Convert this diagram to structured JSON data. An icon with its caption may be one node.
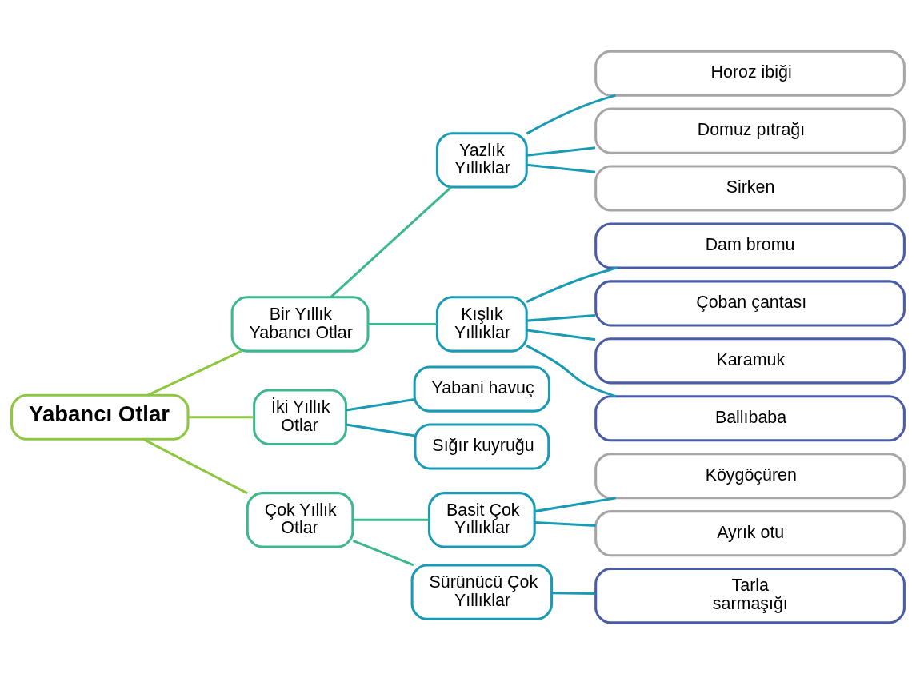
{
  "diagram": {
    "nodes": [
      {
        "text": [
          "Yabancı Otlar"
        ]
      },
      {
        "text": [
          "Bir Yıllık Yabancı Otlar"
        ]
      },
      {
        "text": [
          "Yazlık Yıllıklar"
        ]
      },
      {
        "text": [
          "Horoz ibiği"
        ]
      },
      {
        "text": [
          "Domuz pıtrağı"
        ]
      },
      {
        "text": [
          "Sirken"
        ]
      },
      {
        "text": [
          "Kışlık Yıllıklar"
        ]
      },
      {
        "text": [
          "Dam bromu"
        ]
      },
      {
        "text": [
          "Çoban çantası"
        ]
      },
      {
        "text": [
          "Karamuk"
        ]
      },
      {
        "text": [
          "Ballıbaba"
        ]
      },
      {
        "text": [
          "İki Yıllık Otlar"
        ]
      },
      {
        "text": [
          "Yabani havuç"
        ]
      },
      {
        "text": [
          "Sığır kuyruğu"
        ]
      },
      {
        "text": [
          "Çok Yıllık Otlar"
        ]
      },
      {
        "text": [
          "Basit Çok Yıllıklar"
        ]
      },
      {
        "text": [
          "Köygöçüren"
        ]
      },
      {
        "text": [
          "Ayrık otu"
        ]
      },
      {
        "text": [
          "Sürünücü Çok Yıllıklar"
        ]
      },
      {
        "text": [
          "Tarla sarmaşığı"
        ]
      }
    ],
    "edges": [
      {
        "from": 0,
        "to": 1,
        "arrow": "none",
        "color": "#8dc63f"
      },
      {
        "from": 1,
        "to": 2,
        "arrow": "none",
        "color": "#3cb98c"
      },
      {
        "from": 2,
        "to": 3,
        "arrow": "none"
      },
      {
        "from": 2,
        "to": 4,
        "arrow": "none"
      },
      {
        "from": 2,
        "to": 5,
        "arrow": "none"
      },
      {
        "from": 1,
        "to": 6,
        "arrow": "none",
        "color": "#3cb98c"
      },
      {
        "from": 6,
        "to": 7,
        "arrow": "none"
      },
      {
        "from": 6,
        "to": 8,
        "arrow": "none"
      },
      {
        "from": 6,
        "to": 9,
        "arrow": "none"
      },
      {
        "from": 6,
        "to": 10,
        "arrow": "none"
      },
      {
        "from": 0,
        "to": 11,
        "arrow": "none",
        "color": "#8dc63f"
      },
      {
        "from": 11,
        "to": 12,
        "arrow": "none"
      },
      {
        "from": 11,
        "to": 13,
        "arrow": "none"
      },
      {
        "from": 0,
        "to": 14,
        "arrow": "none",
        "color": "#8dc63f"
      },
      {
        "from": 14,
        "to": 15,
        "arrow": "none",
        "color": "#3cb98c"
      },
      {
        "from": 15,
        "to": 16,
        "arrow": "none"
      },
      {
        "from": 15,
        "to": 17,
        "arrow": "none"
      },
      {
        "from": 14,
        "to": 18,
        "arrow": "none",
        "color": "#3cb98c"
      },
      {
        "from": 18,
        "to": 19,
        "arrow": "none"
      }
    ]
  }
}
